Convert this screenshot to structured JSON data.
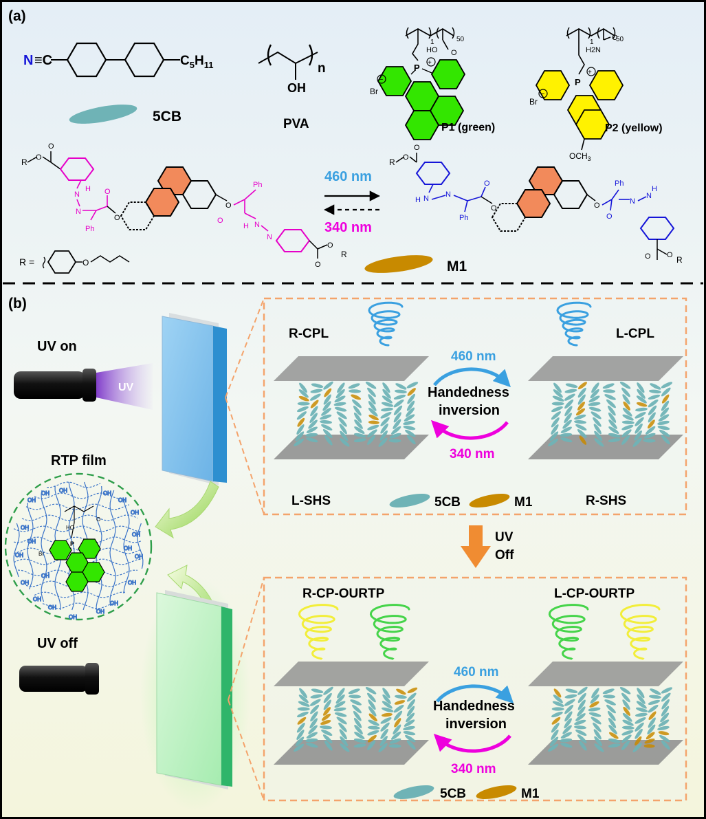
{
  "panels": {
    "a": {
      "label": "(a)"
    },
    "b": {
      "label": "(b)"
    }
  },
  "molecules": {
    "cyano": "N≡C",
    "nitrogen": "N",
    "c5h11": "C5H11",
    "lc_name": "5CB",
    "pva_name": "PVA",
    "pva_oh": "OH",
    "pva_n": "n",
    "p1_name": "P1 (green)",
    "p2_name": "P2 (yellow)",
    "bromide": "Br",
    "phosphorus": "P",
    "p1_oh": "HO",
    "p1_o": "O",
    "p2_h2n": "H2N",
    "p2_o": "O",
    "p2_och3": "OCH3",
    "repeat_1": "1",
    "repeat_50": "50",
    "m1_name": "M1",
    "r_group": "R =",
    "r": "R",
    "o": "O",
    "ph": "Ph",
    "h": "H",
    "n": "N"
  },
  "switching": {
    "forward": "460 nm",
    "backward": "340 nm"
  },
  "panel_b": {
    "uv_on": "UV on",
    "uv_beam": "UV",
    "uv_off": "UV off",
    "rtp_film": "RTP film",
    "uv_transition": [
      "UV",
      "Off"
    ],
    "top_box": {
      "left_light": "R-CPL",
      "right_light": "L-CPL",
      "left_structure": "L-SHS",
      "right_structure": "R-SHS",
      "forward": "460 nm",
      "process": [
        "Handedness",
        "inversion"
      ],
      "backward": "340 nm",
      "legend_a": "5CB",
      "legend_b": "M1"
    },
    "bottom_box": {
      "left_light": "R-CP-OURTP",
      "right_light": "L-CP-OURTP",
      "forward": "460 nm",
      "process": [
        "Handedness",
        "inversion"
      ],
      "backward": "340 nm",
      "legend_a": "5CB",
      "legend_b": "M1"
    }
  },
  "colors": {
    "azo_left": "#e600c8",
    "azo_right": "#1515d8",
    "binaphthyl": "#f28a5b",
    "p1_ring": "#33e600",
    "p2_ring": "#fff200",
    "lc_mesogen": "#6fb3b6",
    "dopant": "#c88a00",
    "blue_arrow": "#3aa0e0",
    "magenta_arrow": "#ee00dd",
    "orange_box": "#f4a36b",
    "green_dash": "#2e9e4a"
  }
}
